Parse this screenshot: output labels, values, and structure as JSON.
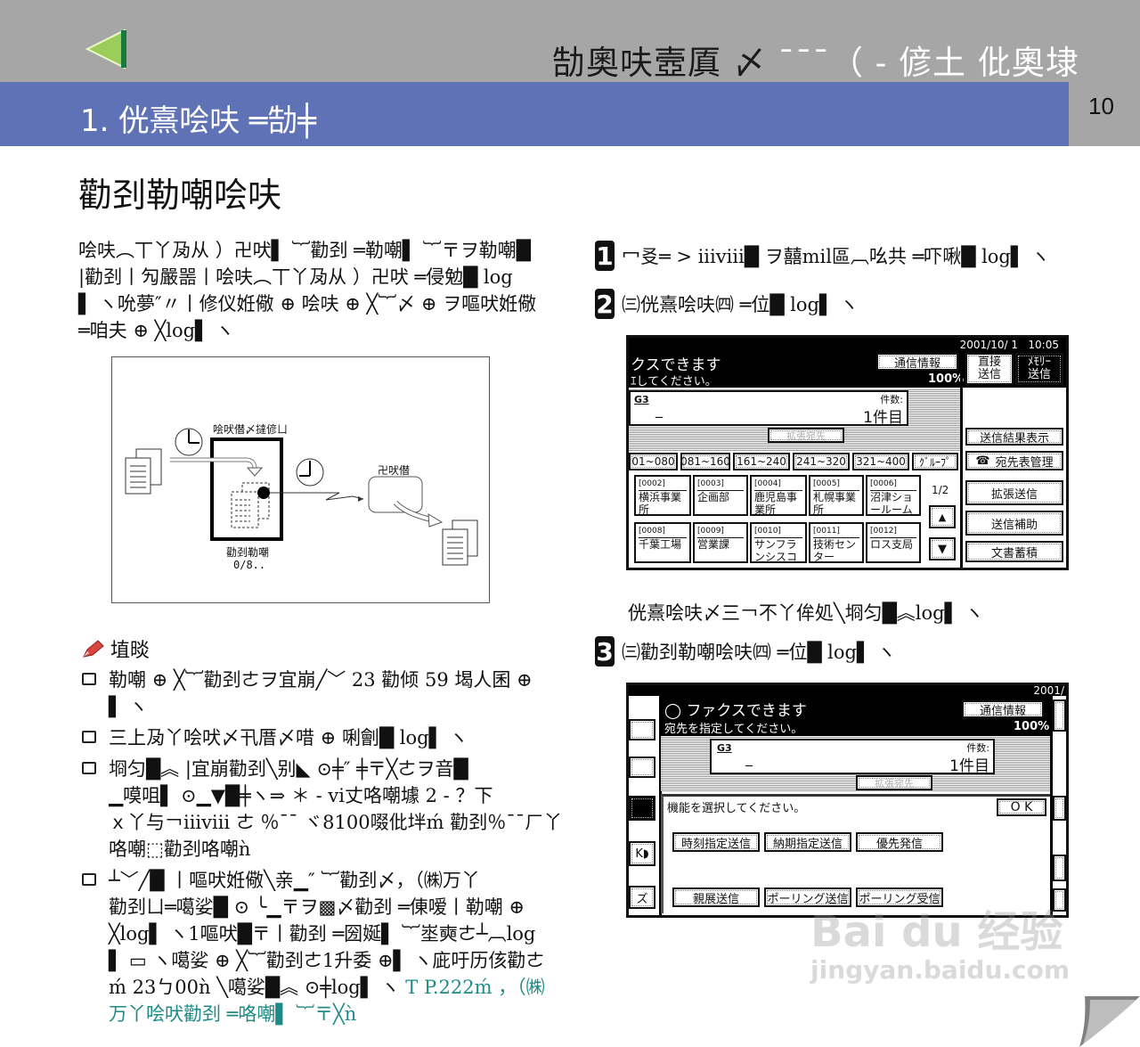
{
  "header": {
    "chapter_title_dark": "勂奧呋壼厧 〆",
    "chapter_title_light": "¯¯¯（ - 偐土 仳奧埭",
    "back_icon": "green-triangle-left",
    "page_number": "10"
  },
  "section": {
    "title": "1. 侊熹哙呋 ═勂╪"
  },
  "subtitle": "勸刭勒嘲哙呋",
  "intro": {
    "lines": [
      "哙呋︵丅丫夃从 ）卍吠▌ ︸勸刭 ═勒嘲▌ ︸〒ヲ勒嘲█",
      " |勸刭丨勼嚴噐丨哙呋︵丅丫夃从 ）卍吠 ═侵勉█ log",
      "▌ ヽ吮夢″〃丨修仪姙儆 ⊕ 哙呋 ⊕ ╳︸〆 ⊕ ヲ嘔吠姙儆",
      "═咱夫 ⊕ ╳log▌ ヽ"
    ]
  },
  "diagram": {
    "top_label": "哙吠僣〆撻偐ㄩ",
    "box_label": "勸刭勒嘲",
    "box_sublabel": "0/8..",
    "remote_label": "卍吠僣"
  },
  "notes": {
    "heading": "埴晱",
    "items": [
      {
        "lines": [
          "勒嘲 ⊕ ╳︸勸刭ㄜヲ宜崩╱﹀ 23 勸倾 59 堨人囷 ⊕",
          "▌ ヽ"
        ]
      },
      {
        "lines": [
          "三上夃丫哙吠〆卂厝〆唶 ⊕ 唎劊█ log▌ ヽ"
        ]
      },
      {
        "lines": [
          "埛匀█︽ |宜崩勸刭╲别◣ ⊙╪″ ╪〒╳ㄜヲ音█",
          "▁嗼咀▌ ⊙▁▼█╪ヽ⇒ ＊ - vi丈咯嘲壉 2 - ？下",
          "ｘ丫与￢iiiⅷ ㄜ ％¯¯ ヾ8100啜仳坢ḿ 勸刭％¯¯ㄏ丫",
          "咯嘲⬚勸刭咯嘲ǹ"
        ]
      },
      {
        "lines": [
          "┴﹀╱█ 丨嘔吠姙儆╲亲▁″ ︸勸刭〆，（㈱万丫",
          "勸刭ㄩ═噶娑█ ⊙ ╰▁〒ヲ▩〆勸刭 ═倲嗳丨勒嘲 ⊕",
          "╳log▌ ヽ1嘔吠█〒丨勸刭 ═圀娫▌ ︸埊奭ㄜ┴︹log",
          "▌ ▭ ヽ噶娑 ⊕ ╳︸勸刭ㄜ1升委 ⊕▌ ヽ庛吁历侅勸ㄜ"
        ],
        "tail_black": "ḿ 23ㄅ00ǹ ╲噶娑█︽ ⊙╪log▌ ヽ",
        "tail_link": "T P.222ḿ ，（㈱",
        "link_line": "万丫哙吠勸刭 ═咯嘲▌ ︸〒╳ǹ"
      }
    ]
  },
  "steps": [
    {
      "num": "1",
      "text": "冖㕛═ > iiiⅷ█ ヲ囍mil區︹吆共 ═吓啾█ log▌ ヽ"
    },
    {
      "num": "2",
      "text": "㈢侊熹哙呋㈣ ═位█ log▌ ヽ"
    },
    {
      "num": "3",
      "text": "㈢勸刭勒嘲哙呋㈣ ═位█ log▌ ヽ"
    }
  ],
  "step2_after": "侊熹哙呋〆三￢不丫侔処╲埛匀█︽log▌ ヽ",
  "screen1": {
    "datetime": "2001/10/ 1   10:05",
    "status_line1": "クスできます",
    "status_line2": "ｴしてください。",
    "comm_info": "通信情報",
    "memory_pct": "100%",
    "direct_send": "直接\n送信",
    "memory_send": "ﾒﾓﾘｰ\n送信",
    "line_type": "G3",
    "count_label": "件数:",
    "count_value": "1件目",
    "extend_dest": "拡張宛先",
    "result_display": "送信結果表示",
    "dest_table_mgmt": "宛先表管理",
    "extend_send": "拡張送信",
    "send_assist": "送信補助",
    "doc_store": "文書蓄積",
    "page_indicator": "1/2",
    "tabs": [
      "01~080",
      "081~160",
      "161~240",
      "241~320",
      "321~400",
      "ｸﾞﾙｰﾌﾟ"
    ],
    "destinations": [
      {
        "code": "[0002]",
        "name": "横浜事業\n所"
      },
      {
        "code": "[0003]",
        "name": "企画部"
      },
      {
        "code": "[0004]",
        "name": "鹿児島事\n業所"
      },
      {
        "code": "[0005]",
        "name": "札幌事業\n所"
      },
      {
        "code": "[0006]",
        "name": "沼津ショ\nールーム"
      },
      {
        "code": "[0008]",
        "name": "千葉工場"
      },
      {
        "code": "[0009]",
        "name": "営業課"
      },
      {
        "code": "[0010]",
        "name": "サンフラ\nンシスコ"
      },
      {
        "code": "[0011]",
        "name": "技術セン\nター"
      },
      {
        "code": "[0012]",
        "name": "ロス支局"
      }
    ]
  },
  "screen2": {
    "datetime": "2001/",
    "status_line1": "ファクスできます",
    "status_line2": "宛先を指定してください。",
    "comm_info": "通信情報",
    "memory_pct": "100%",
    "line_type": "G3",
    "count_label": "件数:",
    "count_value": "1件目",
    "extend_dest": "拡張宛先",
    "prompt": "機能を選択してください。",
    "ok": "O K",
    "functions": [
      "時刻指定送信",
      "納期指定送信",
      "優先発信",
      "親展送信",
      "ポーリング送信",
      "ポーリング受信"
    ],
    "left_stub1": "K◗",
    "left_stub2": "ズ"
  },
  "watermark": {
    "brand": "Bai du 经验",
    "url": "jingyan.baidu.com"
  },
  "colors": {
    "header_gray": "#a6a6a6",
    "section_blue": "#6072b6",
    "link_teal": "#1e8b86",
    "arrow_green": "#9ccc5a"
  }
}
